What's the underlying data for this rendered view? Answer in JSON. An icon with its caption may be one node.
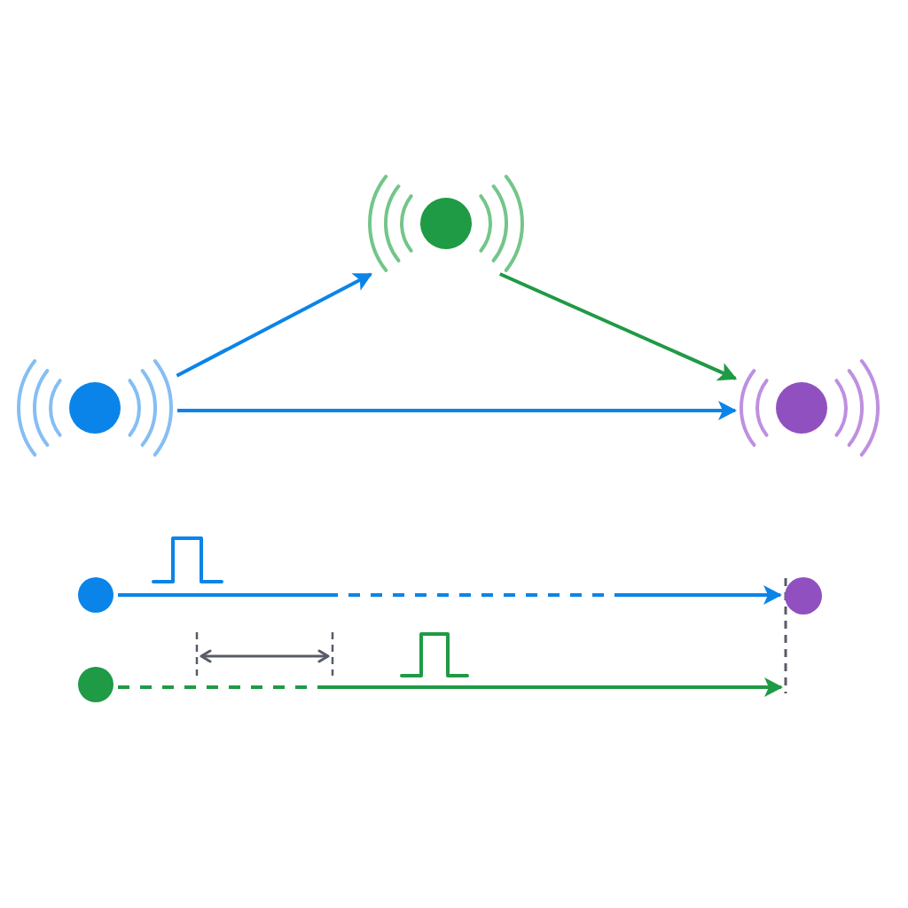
{
  "diagram": {
    "nodes": [
      {
        "text": [],
        "shape": "circle"
      },
      {
        "text": [],
        "shape": "circle"
      },
      {
        "text": [],
        "shape": "circle"
      },
      {
        "text": [],
        "shape": "circle"
      },
      {
        "text": [],
        "shape": "circle"
      },
      {
        "text": [],
        "shape": "circle"
      }
    ],
    "edges": [
      {
        "from": 1,
        "to": 0,
        "arrow": "to"
      },
      {
        "from": 0,
        "to": 2,
        "arrow": "to",
        "color": "#1f9a45"
      },
      {
        "from": 1,
        "to": 2,
        "arrow": "to"
      },
      {
        "from": 3,
        "to": 4,
        "arrow": "to",
        "style": "dashed"
      },
      {
        "from": 5,
        "to": null,
        "arrow": "to",
        "style": "dashed",
        "color": "#1f9a45"
      }
    ]
  }
}
